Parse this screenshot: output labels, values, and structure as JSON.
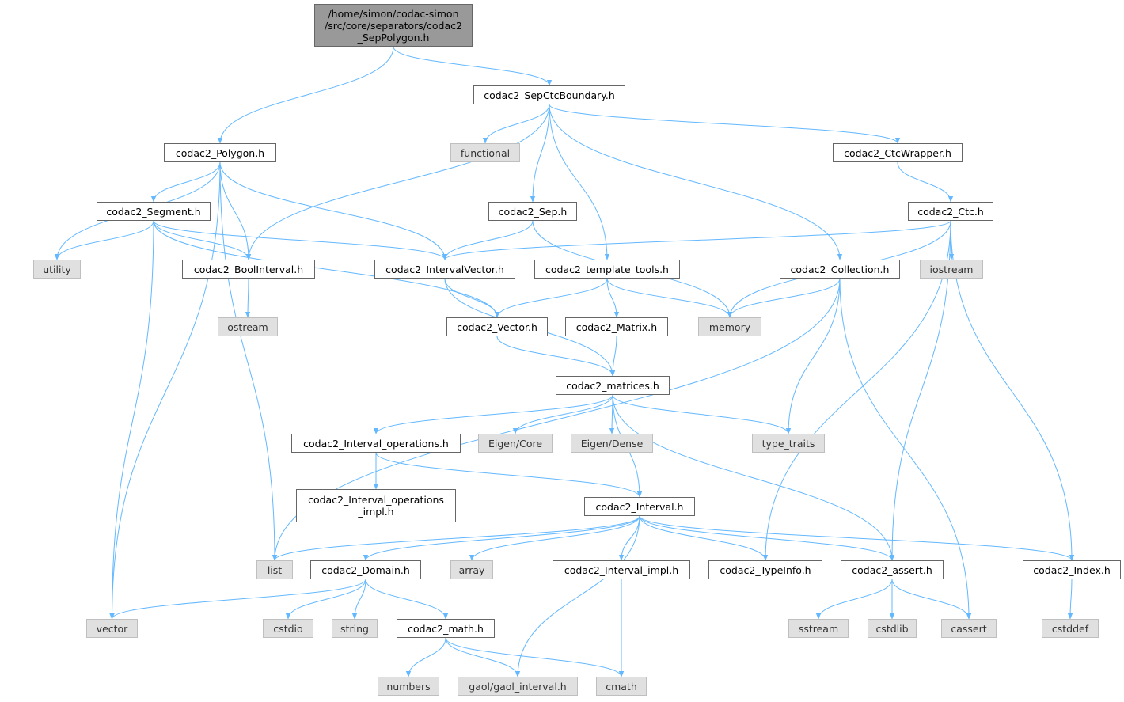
{
  "nodes": [
    {
      "id": "root",
      "label": "/home/simon/codac-simon\n/src/core/separators/codac2\n_SepPolygon.h",
      "kind": "root"
    },
    {
      "id": "sepctcboundary",
      "label": "codac2_SepCtcBoundary.h",
      "kind": "file"
    },
    {
      "id": "polygon",
      "label": "codac2_Polygon.h",
      "kind": "file"
    },
    {
      "id": "functional",
      "label": "functional",
      "kind": "sys"
    },
    {
      "id": "ctcwrapper",
      "label": "codac2_CtcWrapper.h",
      "kind": "file"
    },
    {
      "id": "segment",
      "label": "codac2_Segment.h",
      "kind": "file"
    },
    {
      "id": "sep",
      "label": "codac2_Sep.h",
      "kind": "file"
    },
    {
      "id": "ctc",
      "label": "codac2_Ctc.h",
      "kind": "file"
    },
    {
      "id": "utility",
      "label": "utility",
      "kind": "sys"
    },
    {
      "id": "boolinterval",
      "label": "codac2_BoolInterval.h",
      "kind": "file"
    },
    {
      "id": "intervalvector",
      "label": "codac2_IntervalVector.h",
      "kind": "file"
    },
    {
      "id": "templatetools",
      "label": "codac2_template_tools.h",
      "kind": "file"
    },
    {
      "id": "collection",
      "label": "codac2_Collection.h",
      "kind": "file"
    },
    {
      "id": "iostream",
      "label": "iostream",
      "kind": "sys"
    },
    {
      "id": "ostream",
      "label": "ostream",
      "kind": "sys"
    },
    {
      "id": "vectorh",
      "label": "codac2_Vector.h",
      "kind": "file"
    },
    {
      "id": "matrixh",
      "label": "codac2_Matrix.h",
      "kind": "file"
    },
    {
      "id": "memory",
      "label": "memory",
      "kind": "sys"
    },
    {
      "id": "matrices",
      "label": "codac2_matrices.h",
      "kind": "file"
    },
    {
      "id": "intervalops",
      "label": "codac2_Interval_operations.h",
      "kind": "file"
    },
    {
      "id": "eigencore",
      "label": "Eigen/Core",
      "kind": "sys"
    },
    {
      "id": "eigendense",
      "label": "Eigen/Dense",
      "kind": "sys"
    },
    {
      "id": "typetraits",
      "label": "type_traits",
      "kind": "sys"
    },
    {
      "id": "intervalopsimpl",
      "label": "codac2_Interval_operations\n_impl.h",
      "kind": "file"
    },
    {
      "id": "interval",
      "label": "codac2_Interval.h",
      "kind": "file"
    },
    {
      "id": "list",
      "label": "list",
      "kind": "sys"
    },
    {
      "id": "domain",
      "label": "codac2_Domain.h",
      "kind": "file"
    },
    {
      "id": "array",
      "label": "array",
      "kind": "sys"
    },
    {
      "id": "intervalimpl",
      "label": "codac2_Interval_impl.h",
      "kind": "file"
    },
    {
      "id": "typeinfo",
      "label": "codac2_TypeInfo.h",
      "kind": "file"
    },
    {
      "id": "assert",
      "label": "codac2_assert.h",
      "kind": "file"
    },
    {
      "id": "index",
      "label": "codac2_Index.h",
      "kind": "file"
    },
    {
      "id": "vector",
      "label": "vector",
      "kind": "sys"
    },
    {
      "id": "cstdio",
      "label": "cstdio",
      "kind": "sys"
    },
    {
      "id": "string",
      "label": "string",
      "kind": "sys"
    },
    {
      "id": "mathh",
      "label": "codac2_math.h",
      "kind": "file"
    },
    {
      "id": "sstream",
      "label": "sstream",
      "kind": "sys"
    },
    {
      "id": "cstdlib",
      "label": "cstdlib",
      "kind": "sys"
    },
    {
      "id": "cassert",
      "label": "cassert",
      "kind": "sys"
    },
    {
      "id": "cstddef",
      "label": "cstddef",
      "kind": "sys"
    },
    {
      "id": "numbers",
      "label": "numbers",
      "kind": "sys"
    },
    {
      "id": "gaol",
      "label": "gaol/gaol_interval.h",
      "kind": "sys"
    },
    {
      "id": "cmath",
      "label": "cmath",
      "kind": "sys"
    }
  ],
  "edges": [
    [
      "root",
      "polygon"
    ],
    [
      "root",
      "sepctcboundary"
    ],
    [
      "sepctcboundary",
      "functional"
    ],
    [
      "sepctcboundary",
      "boolinterval"
    ],
    [
      "sepctcboundary",
      "sep"
    ],
    [
      "sepctcboundary",
      "templatetools"
    ],
    [
      "sepctcboundary",
      "collection"
    ],
    [
      "sepctcboundary",
      "ctcwrapper"
    ],
    [
      "polygon",
      "vector"
    ],
    [
      "polygon",
      "utility"
    ],
    [
      "polygon",
      "segment"
    ],
    [
      "polygon",
      "boolinterval"
    ],
    [
      "polygon",
      "intervalvector"
    ],
    [
      "polygon",
      "list"
    ],
    [
      "ctcwrapper",
      "ctc"
    ],
    [
      "segment",
      "utility"
    ],
    [
      "segment",
      "boolinterval"
    ],
    [
      "segment",
      "intervalvector"
    ],
    [
      "segment",
      "vectorh"
    ],
    [
      "segment",
      "vector"
    ],
    [
      "sep",
      "intervalvector"
    ],
    [
      "sep",
      "memory"
    ],
    [
      "ctc",
      "intervalvector"
    ],
    [
      "ctc",
      "memory"
    ],
    [
      "ctc",
      "iostream"
    ],
    [
      "ctc",
      "typeinfo"
    ],
    [
      "ctc",
      "assert"
    ],
    [
      "ctc",
      "index"
    ],
    [
      "boolinterval",
      "ostream"
    ],
    [
      "intervalvector",
      "vectorh"
    ],
    [
      "intervalvector",
      "matrices"
    ],
    [
      "templatetools",
      "vectorh"
    ],
    [
      "templatetools",
      "matrixh"
    ],
    [
      "templatetools",
      "memory"
    ],
    [
      "collection",
      "memory"
    ],
    [
      "collection",
      "typetraits"
    ],
    [
      "collection",
      "list"
    ],
    [
      "collection",
      "cassert"
    ],
    [
      "vectorh",
      "matrices"
    ],
    [
      "matrixh",
      "matrices"
    ],
    [
      "matrices",
      "intervalops"
    ],
    [
      "matrices",
      "eigencore"
    ],
    [
      "matrices",
      "eigendense"
    ],
    [
      "matrices",
      "typetraits"
    ],
    [
      "matrices",
      "interval"
    ],
    [
      "matrices",
      "assert"
    ],
    [
      "intervalops",
      "intervalopsimpl"
    ],
    [
      "intervalops",
      "interval"
    ],
    [
      "interval",
      "list"
    ],
    [
      "interval",
      "domain"
    ],
    [
      "interval",
      "array"
    ],
    [
      "interval",
      "gaol"
    ],
    [
      "interval",
      "intervalimpl"
    ],
    [
      "interval",
      "typeinfo"
    ],
    [
      "interval",
      "assert"
    ],
    [
      "interval",
      "index"
    ],
    [
      "domain",
      "vector"
    ],
    [
      "domain",
      "cstdio"
    ],
    [
      "domain",
      "string"
    ],
    [
      "domain",
      "mathh"
    ],
    [
      "intervalimpl",
      "cmath"
    ],
    [
      "assert",
      "sstream"
    ],
    [
      "assert",
      "cstdlib"
    ],
    [
      "assert",
      "cassert"
    ],
    [
      "index",
      "cstddef"
    ],
    [
      "mathh",
      "numbers"
    ],
    [
      "mathh",
      "gaol"
    ],
    [
      "mathh",
      "cmath"
    ]
  ],
  "colors": {
    "edge": "#63b8ff",
    "root_fill": "#999999",
    "sys_fill": "#e0e0e0",
    "file_fill": "#ffffff"
  }
}
